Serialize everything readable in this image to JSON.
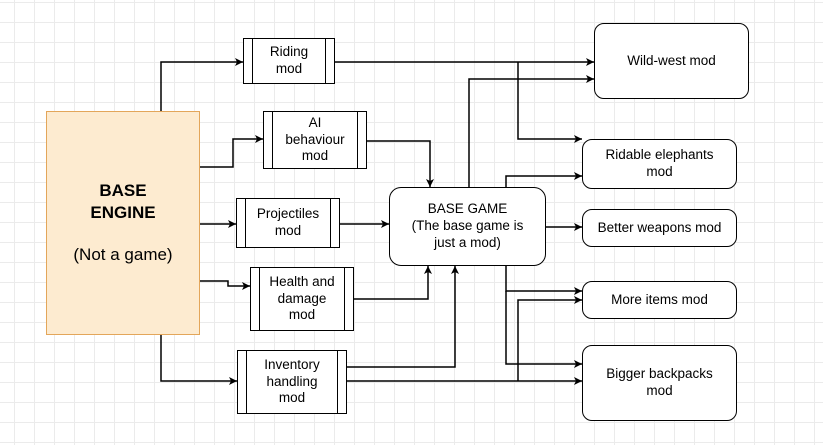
{
  "diagram": {
    "engine": {
      "title": "BASE\nENGINE",
      "subtitle": "(Not a game)"
    },
    "base_game": {
      "label": "BASE GAME\n(The base game is\njust a mod)"
    },
    "core_mods": {
      "riding": "Riding\nmod",
      "ai": "AI\nbehaviour\nmod",
      "projectiles": "Projectiles\nmod",
      "health": "Health and\ndamage\nmod",
      "inventory": "Inventory\nhandling\nmod"
    },
    "game_mods": {
      "wild_west": "Wild-west mod",
      "elephants": "Ridable elephants\nmod",
      "weapons": "Better weapons mod",
      "items": "More items mod",
      "backpacks": "Bigger backpacks\nmod"
    },
    "colors": {
      "engine_fill": "#fdebd0",
      "engine_border": "#e3a65a",
      "grid": "#ebebeb",
      "line": "#000000"
    }
  }
}
